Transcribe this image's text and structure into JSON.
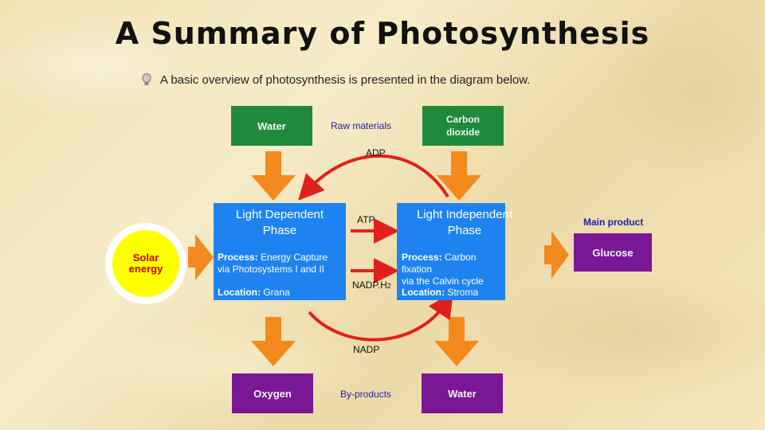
{
  "slide": {
    "title": "A Summary of Photosynthesis",
    "subtitle": "A basic overview of photosynthesis is presented in the diagram below."
  },
  "inputs": {
    "water": "Water",
    "raw_materials": "Raw materials",
    "carbon_dioxide_1": "Carbon",
    "carbon_dioxide_2": "dioxide"
  },
  "cycle": {
    "adp": "ADP",
    "atp": "ATP",
    "nadph_main": "NADP.H",
    "nadph_sub": "2",
    "nadp": "NADP"
  },
  "light_dependent": {
    "title_1": "Light Dependent",
    "title_2": "Phase",
    "process_label": "Process:",
    "process_1": " Energy Capture",
    "process_2": "via Photosystems I and II",
    "location_label": "Location:",
    "location": " Grana"
  },
  "light_independent": {
    "title_1": "Light Independent",
    "title_2": "Phase",
    "process_label": "Process:",
    "process_1": " Carbon fixation",
    "process_2": "via the Calvin cycle",
    "location_label": "Location:",
    "location": " Stroma"
  },
  "energy": {
    "solar_1": "Solar",
    "solar_2": "energy"
  },
  "products": {
    "main_product_label": "Main product",
    "glucose": "Glucose",
    "oxygen": "Oxygen",
    "by_products": "By-products",
    "water": "Water"
  },
  "colors": {
    "input_box": "#1f8a3c",
    "product_box": "#7a1795",
    "phase_box": "#1e83f0",
    "arrow_orange": "#f28a1e",
    "cycle_red": "#e0201a",
    "sun": "#ffff00"
  }
}
